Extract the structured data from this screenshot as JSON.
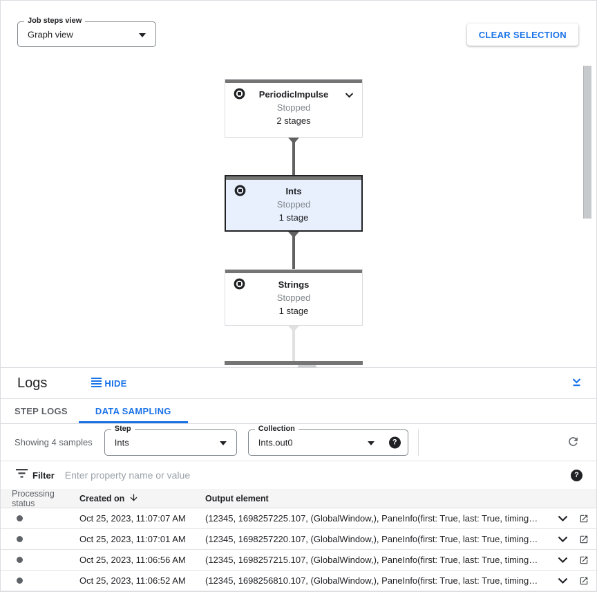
{
  "header": {
    "job_steps_view_label": "Job steps view",
    "job_steps_view_value": "Graph view",
    "clear_selection_label": "CLEAR SELECTION"
  },
  "graph": {
    "nodes": [
      {
        "title": "PeriodicImpulse",
        "status": "Stopped",
        "stages": "2 stages",
        "selected": false
      },
      {
        "title": "Ints",
        "status": "Stopped",
        "stages": "1 stage",
        "selected": true
      },
      {
        "title": "Strings",
        "status": "Stopped",
        "stages": "1 stage",
        "selected": false
      }
    ]
  },
  "logs": {
    "title": "Logs",
    "hide_label": "HIDE",
    "tabs": [
      {
        "label": "STEP LOGS",
        "active": false
      },
      {
        "label": "DATA SAMPLING",
        "active": true
      }
    ],
    "sampling": {
      "showing_text": "Showing 4 samples",
      "step_label": "Step",
      "step_value": "Ints",
      "collection_label": "Collection",
      "collection_value": "Ints.out0",
      "help_glyph": "?"
    },
    "filter": {
      "label": "Filter",
      "placeholder": "Enter property name or value",
      "help_glyph": "?"
    },
    "table": {
      "columns": [
        "Processing status",
        "Created on",
        "Output element"
      ],
      "rows": [
        {
          "created_on": "Oct 25, 2023, 11:07:07 AM",
          "output": "(12345, 1698257225.107, (GlobalWindow,), PaneInfo(first: True, last: True, timing…"
        },
        {
          "created_on": "Oct 25, 2023, 11:07:01 AM",
          "output": "(12345, 1698257220.107, (GlobalWindow,), PaneInfo(first: True, last: True, timing…"
        },
        {
          "created_on": "Oct 25, 2023, 11:06:56 AM",
          "output": "(12345, 1698257215.107, (GlobalWindow,), PaneInfo(first: True, last: True, timing…"
        },
        {
          "created_on": "Oct 25, 2023, 11:06:52 AM",
          "output": "(12345, 1698256810.107, (GlobalWindow,), PaneInfo(first: True, last: True, timing…"
        }
      ]
    }
  },
  "icons": {
    "stopped_status": "circle-with-square (stop)",
    "hide": "four horizontal lines",
    "collapse": "chevron-down over bar",
    "filter": "funnel lines",
    "sort_desc": "arrow-down",
    "expand_row": "chevron-down",
    "open_in_new": "square with arrow",
    "refresh": "circular arrow",
    "help": "question mark in circle"
  },
  "colors": {
    "accent_blue": "#1a73e8",
    "text_dark": "#202124",
    "text_gray": "#5f6368",
    "status_stopped_gray": "#80868b",
    "selected_node_bg": "#e8f0fe",
    "node_top_bar": "#757575",
    "connector_dark": "#616161",
    "connector_light": "#e0e0e0",
    "border": "#dadce0"
  }
}
